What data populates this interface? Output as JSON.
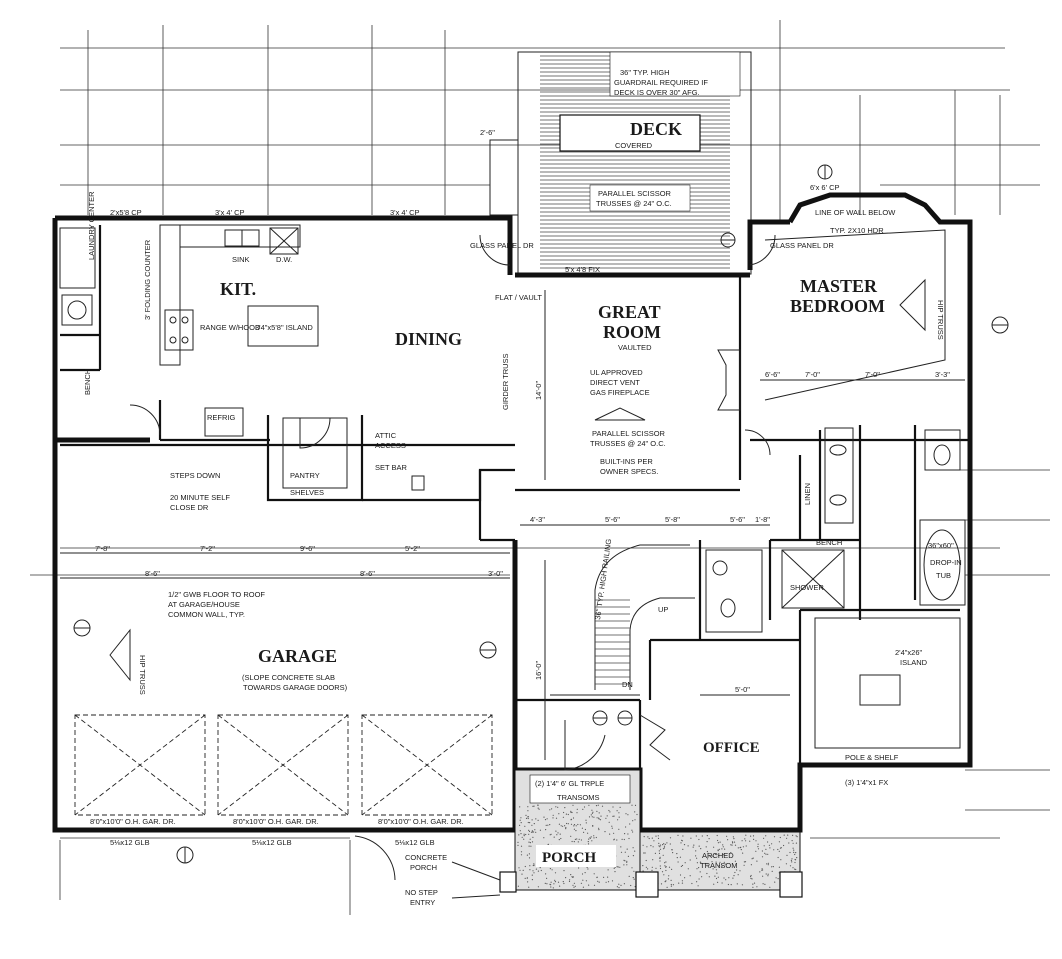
{
  "rooms": {
    "deck": "DECK",
    "deck_sub": "COVERED",
    "kit": "KIT.",
    "dining": "DINING",
    "great_room_1": "GREAT",
    "great_room_2": "ROOM",
    "great_room_sub": "VAULTED",
    "master_1": "MASTER",
    "master_2": "BEDROOM",
    "garage": "GARAGE",
    "garage_note_1": "(SLOPE CONCRETE SLAB",
    "garage_note_2": "TOWARDS GARAGE DOORS)",
    "office": "OFFICE",
    "porch": "PORCH"
  },
  "notes": {
    "deck_guard_1": "36\" TYP. HIGH",
    "deck_guard_2": "GUARDRAIL REQUIRED IF",
    "deck_guard_3": "DECK IS OVER 30\" AFG.",
    "deck_truss_1": "PARALLEL SCISSOR",
    "deck_truss_2": "TRUSSES @ 24\" O.C.",
    "door_2x5": "2'x5'8 CP",
    "door_3x4_1": "3'x 4' CP",
    "door_3x4_2": "3'x 4' CP",
    "door_6x6": "6'x 6' CP",
    "bay_line": "LINE OF WALL BELOW",
    "bay_sub": "TYP. 2X10 HDR",
    "glass_panel_l": "GLASS PANEL DR",
    "glass_panel_r": "GLASS PANEL DR",
    "sink": "SINK",
    "dw": "D.W.",
    "range": "RANGE W/HOOD",
    "island": "3'4\"x5'8\" ISLAND",
    "folding": "3' FOLDING COUNTER",
    "laundry": "LAUNDRY CENTER",
    "refrig": "REFRIG",
    "bench": "BENCH",
    "pantry": "PANTRY",
    "shelves": "SHELVES",
    "attic_1": "ATTIC",
    "attic_2": "ACCESS",
    "set_bar": "SET BAR",
    "steps_dn": "STEPS DOWN",
    "closer_1": "20 MINUTE SELF",
    "closer_2": "CLOSE DR",
    "gwb_1": "1/2\" GWB FLOOR TO ROOF",
    "gwb_2": "AT GARAGE/HOUSE",
    "gwb_3": "COMMON WALL, TYP.",
    "flat_vault": "FLAT / VAULT",
    "girder": "GIRDER TRUSS",
    "fire_1": "UL APPROVED",
    "fire_2": "DIRECT VENT",
    "fire_3": "GAS FIREPLACE",
    "gr_truss_1": "PARALLEL SCISSOR",
    "gr_truss_2": "TRUSSES @ 24\" O.C.",
    "built_1": "BUILT-INS PER",
    "built_2": "OWNER SPECS.",
    "window_fix": "5'x 4'8 FIX",
    "railing": "36\" TYP. HIGH RAILING",
    "up": "UP",
    "dn": "DN",
    "linen": "LINEN",
    "pole_shelf": "POLE & SHELF",
    "bench2": "BENCH",
    "shower": "SHOWER",
    "tub_1": "36\"x60\"",
    "tub_2": "DROP-IN",
    "tub_3": "TUB",
    "wc_island_1": "2'4\"x26\"",
    "wc_island_2": "ISLAND",
    "master_truss": "HIP TRUSS",
    "garage_truss": "HIP TRUSS",
    "oh_door_1": "8'0\"x10'0\" O.H. GAR. DR.",
    "oh_door_2": "8'0\"x10'0\" O.H. GAR. DR.",
    "oh_door_3": "8'0\"x10'0\" O.H. GAR. DR.",
    "glb": "5⅛x12 GLB",
    "transom": "TRANSOMS",
    "porch_note_1": "CONCRETE",
    "porch_note_2": "PORCH",
    "no_step_1": "NO STEP",
    "no_step_2": "ENTRY",
    "arched_1": "ARCHED",
    "arched_2": "TRANSOM",
    "office_win": "(3) 1'4\"x1 FX",
    "porch_window": "(2) 1'4\" 6' GL TRPLE"
  },
  "dims": {
    "d1": "7'-8\"",
    "d2": "7'-2\"",
    "d3": "9'-6\"",
    "d4": "5'-2\"",
    "d5": "8'-6\"",
    "d6": "8'-6\"",
    "d7": "3'-0\"",
    "d8": "4'-3\"",
    "d9": "5'-6\"",
    "d10": "5'-8\"",
    "d11": "5'-6\"",
    "d12": "1'-8\"",
    "d13": "14'-0\"",
    "d14": "16'-0\"",
    "d15": "6'-6\"",
    "d16": "7'-0\"",
    "d17": "7'-0\"",
    "d18": "3'-3\"",
    "d19": "2'-6\"",
    "d20": "5'-0\""
  }
}
